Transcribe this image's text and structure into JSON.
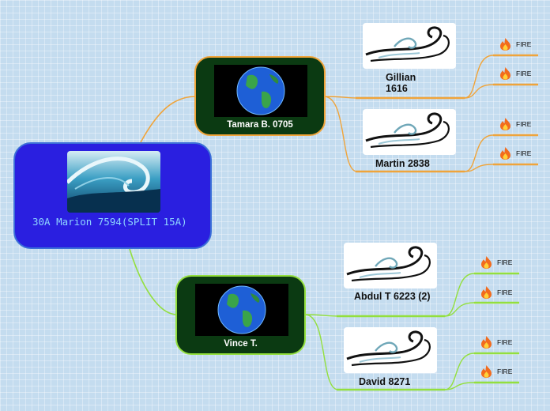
{
  "root": {
    "label": "30A Marion 7594(SPLIT 15A)"
  },
  "branches": [
    {
      "label": "Tamara B. 0705",
      "children": [
        {
          "label": "Gillian 1616",
          "tags": [
            "FIRE",
            "FIRE"
          ]
        },
        {
          "label": "Martin 2838",
          "tags": [
            "FIRE",
            "FIRE"
          ]
        }
      ]
    },
    {
      "label": "Vince T.",
      "children": [
        {
          "label": "Abdul T 6223 (2)",
          "tags": [
            "FIRE",
            "FIRE"
          ]
        },
        {
          "label": "David 8271",
          "tags": [
            "FIRE",
            "FIRE"
          ]
        }
      ]
    }
  ],
  "colors": {
    "branch1": "#f0a43a",
    "branch2": "#93df3e",
    "root_fill": "#2a1fe0",
    "branch_fill": "#0b3a12"
  },
  "icons": {
    "root": "ocean-wave-icon",
    "branch": "globe-icon",
    "leaf": "wind-swirl-icon",
    "tag": "flame-icon"
  }
}
